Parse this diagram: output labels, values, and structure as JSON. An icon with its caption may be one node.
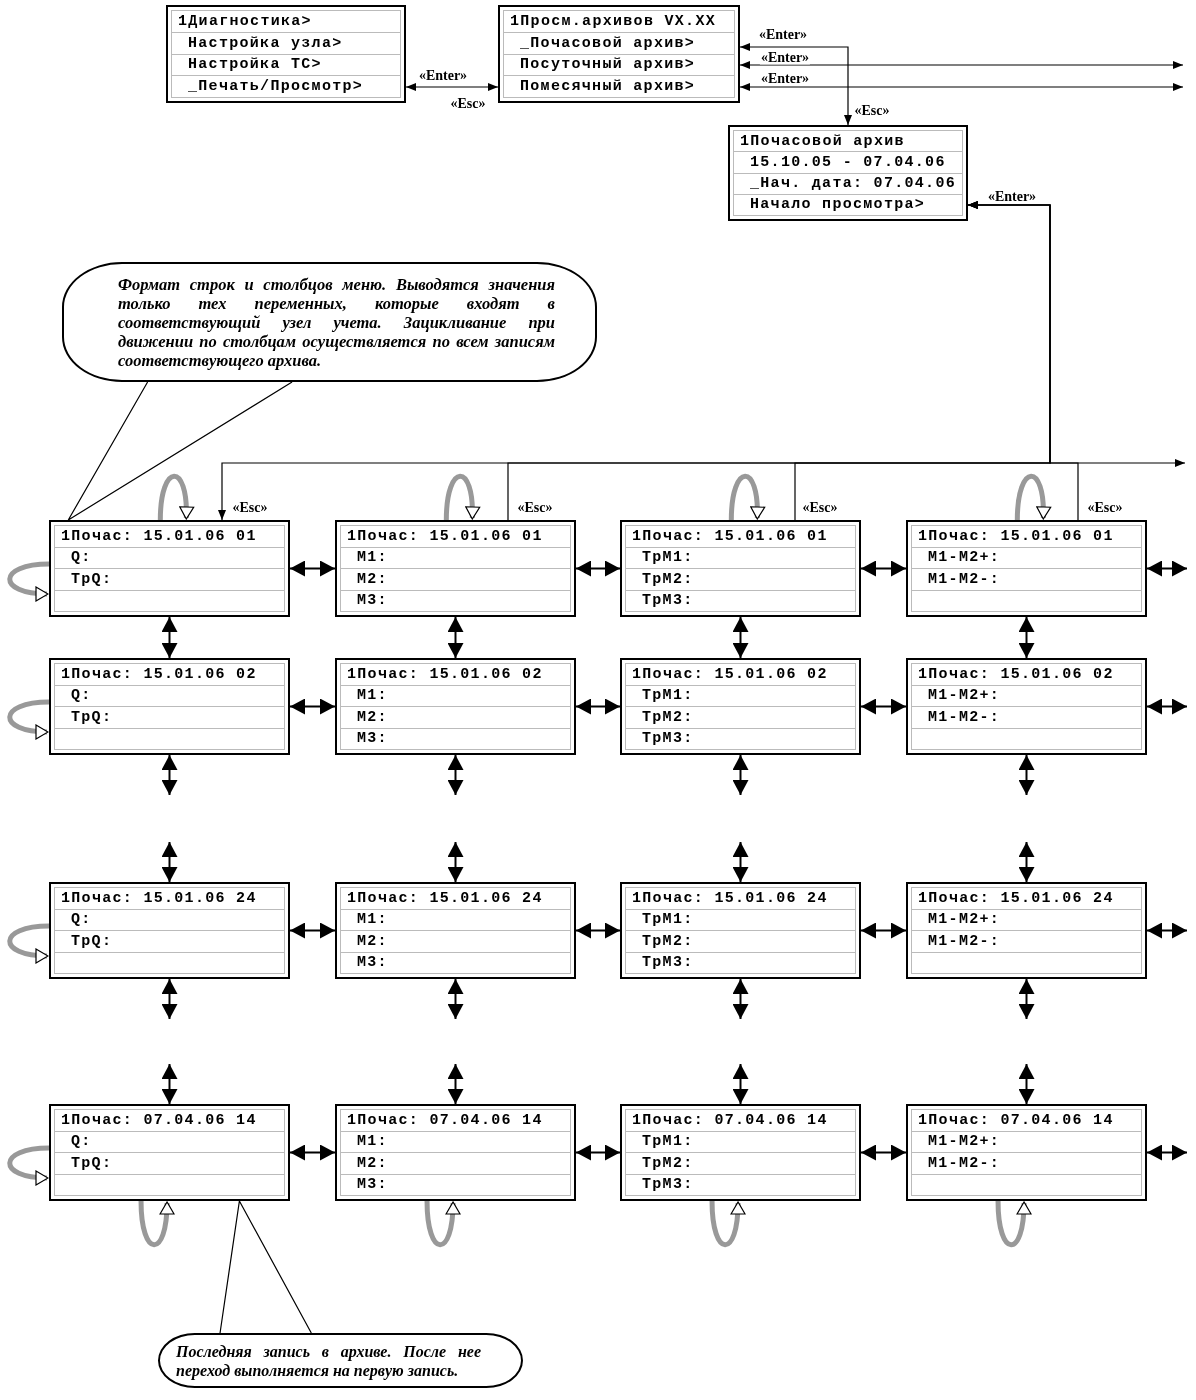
{
  "diagram": {
    "nodes": [
      {
        "text": [
          "1Диагностика>",
          "Настройка узла>",
          "Настройка ТС>",
          "_Печать/Просмотр>"
        ]
      },
      {
        "text": [
          "1Просм.архивов VX.XX",
          "_Почасовой архив>",
          "Посуточный архив>",
          "Помесячный архив>"
        ]
      },
      {
        "text": [
          "1Почасовой архив",
          "15.10.05 - 07.04.06",
          "_Нач. дата: 07.04.06",
          "Начало просмотра>"
        ]
      },
      {
        "text": [
          "Формат строк и столбцов меню. Выводятся значения только тех переменных, которые входят в соответствующий узел учета. Зацикливание при движении по столбцам осуществляется по всем записям соответствующего архива."
        ]
      },
      {
        "text": [
          "1Почас: 15.01.06 01",
          "Q:",
          "ТрQ:"
        ]
      },
      {
        "text": [
          "1Почас: 15.01.06 01",
          "М1:",
          "М2:",
          "М3:"
        ]
      },
      {
        "text": [
          "1Почас: 15.01.06 01",
          "ТрМ1:",
          "ТрМ2:",
          "ТрМ3:"
        ]
      },
      {
        "text": [
          "1Почас: 15.01.06 01",
          "М1-М2+:",
          "М1-М2-:"
        ]
      },
      {
        "text": [
          "1Почас: 15.01.06 02",
          "Q:",
          "ТрQ:"
        ]
      },
      {
        "text": [
          "1Почас: 15.01.06 02",
          "М1:",
          "М2:",
          "М3:"
        ]
      },
      {
        "text": [
          "1Почас: 15.01.06 02",
          "ТрМ1:",
          "ТрМ2:",
          "ТрМ3:"
        ]
      },
      {
        "text": [
          "1Почас: 15.01.06 02",
          "М1-М2+:",
          "М1-М2-:"
        ]
      },
      {
        "text": [
          "1Почас: 15.01.06 24",
          "Q:",
          "ТрQ:"
        ]
      },
      {
        "text": [
          "1Почас: 15.01.06 24",
          "М1:",
          "М2:",
          "М3:"
        ]
      },
      {
        "text": [
          "1Почас: 15.01.06 24",
          "ТрМ1:",
          "ТрМ2:",
          "ТрМ3:"
        ]
      },
      {
        "text": [
          "1Почас: 15.01.06 24",
          "М1-М2+:",
          "М1-М2-:"
        ]
      },
      {
        "text": [
          "1Почас: 07.04.06 14",
          "Q:",
          "ТрQ:"
        ]
      },
      {
        "text": [
          "1Почас: 07.04.06 14",
          "М1:",
          "М2:",
          "М3:"
        ]
      },
      {
        "text": [
          "1Почас: 07.04.06 14",
          "ТрМ1:",
          "ТрМ2:",
          "ТрМ3:"
        ]
      },
      {
        "text": [
          "1Почас: 07.04.06 14",
          "М1-М2+:",
          "М1-М2-:"
        ]
      },
      {
        "text": [
          "Последняя запись в архиве. После нее переход выполняется на первую запись."
        ]
      }
    ],
    "edges": [
      {
        "from": 0,
        "to": 1,
        "arrow": "both",
        "label": "«Enter»"
      },
      {
        "from": 1,
        "to": 2,
        "arrow": "both",
        "label": "«Enter»"
      },
      {
        "from": 1,
        "to": null,
        "arrow": "both",
        "label": "«Enter»"
      },
      {
        "from": 1,
        "to": null,
        "arrow": "both",
        "label": "«Enter»"
      },
      {
        "from": 2,
        "to": 4,
        "arrow": "both",
        "label": "«Enter»"
      },
      {
        "from": 5,
        "to": 2,
        "arrow": "to",
        "label": "«Esc»"
      },
      {
        "from": 6,
        "to": 2,
        "arrow": "to",
        "label": "«Esc»"
      },
      {
        "from": 7,
        "to": 2,
        "arrow": "to",
        "label": "«Esc»"
      },
      {
        "from": 3,
        "to": 4,
        "arrow": "none"
      },
      {
        "from": 20,
        "to": 16,
        "arrow": "none"
      },
      {
        "from": 4,
        "to": 5,
        "arrow": "both"
      },
      {
        "from": 5,
        "to": 6,
        "arrow": "both"
      },
      {
        "from": 6,
        "to": 7,
        "arrow": "both"
      },
      {
        "from": 7,
        "to": null,
        "arrow": "both"
      },
      {
        "from": 8,
        "to": 9,
        "arrow": "both"
      },
      {
        "from": 9,
        "to": 10,
        "arrow": "both"
      },
      {
        "from": 10,
        "to": 11,
        "arrow": "both"
      },
      {
        "from": 11,
        "to": null,
        "arrow": "both"
      },
      {
        "from": 12,
        "to": 13,
        "arrow": "both"
      },
      {
        "from": 13,
        "to": 14,
        "arrow": "both"
      },
      {
        "from": 14,
        "to": 15,
        "arrow": "both"
      },
      {
        "from": 15,
        "to": null,
        "arrow": "both"
      },
      {
        "from": 16,
        "to": 17,
        "arrow": "both"
      },
      {
        "from": 17,
        "to": 18,
        "arrow": "both"
      },
      {
        "from": 18,
        "to": 19,
        "arrow": "both"
      },
      {
        "from": 19,
        "to": null,
        "arrow": "both"
      },
      {
        "from": 4,
        "to": 8,
        "arrow": "both"
      },
      {
        "from": 5,
        "to": 9,
        "arrow": "both"
      },
      {
        "from": 6,
        "to": 10,
        "arrow": "both"
      },
      {
        "from": 7,
        "to": 11,
        "arrow": "both"
      },
      {
        "from": 8,
        "to": null,
        "arrow": "both"
      },
      {
        "from": 9,
        "to": null,
        "arrow": "both"
      },
      {
        "from": 10,
        "to": null,
        "arrow": "both"
      },
      {
        "from": 11,
        "to": null,
        "arrow": "both"
      },
      {
        "from": null,
        "to": 12,
        "arrow": "both"
      },
      {
        "from": null,
        "to": 13,
        "arrow": "both"
      },
      {
        "from": null,
        "to": 14,
        "arrow": "both"
      },
      {
        "from": null,
        "to": 15,
        "arrow": "both"
      },
      {
        "from": 12,
        "to": null,
        "arrow": "both"
      },
      {
        "from": 13,
        "to": null,
        "arrow": "both"
      },
      {
        "from": 14,
        "to": null,
        "arrow": "both"
      },
      {
        "from": 15,
        "to": null,
        "arrow": "both"
      },
      {
        "from": null,
        "to": 16,
        "arrow": "both"
      },
      {
        "from": null,
        "to": 17,
        "arrow": "both"
      },
      {
        "from": null,
        "to": 18,
        "arrow": "both"
      },
      {
        "from": null,
        "to": 19,
        "arrow": "both"
      },
      {
        "from": 4,
        "to": 4,
        "arrow": "to",
        "style": "thick",
        "color": "#999999"
      },
      {
        "from": 5,
        "to": 5,
        "arrow": "to",
        "style": "thick",
        "color": "#999999"
      },
      {
        "from": 6,
        "to": 6,
        "arrow": "to",
        "style": "thick",
        "color": "#999999"
      },
      {
        "from": 7,
        "to": 7,
        "arrow": "to",
        "style": "thick",
        "color": "#999999"
      },
      {
        "from": 4,
        "to": 4,
        "arrow": "to",
        "style": "thick",
        "color": "#999999"
      },
      {
        "from": 8,
        "to": 8,
        "arrow": "to",
        "style": "thick",
        "color": "#999999"
      },
      {
        "from": 12,
        "to": 12,
        "arrow": "to",
        "style": "thick",
        "color": "#999999"
      },
      {
        "from": 16,
        "to": 16,
        "arrow": "to",
        "style": "thick",
        "color": "#999999"
      },
      {
        "from": 16,
        "to": 16,
        "arrow": "to",
        "style": "thick",
        "color": "#999999"
      },
      {
        "from": 17,
        "to": 17,
        "arrow": "to",
        "style": "thick",
        "color": "#999999"
      },
      {
        "from": 18,
        "to": 18,
        "arrow": "to",
        "style": "thick",
        "color": "#999999"
      },
      {
        "from": 19,
        "to": 19,
        "arrow": "to",
        "style": "thick",
        "color": "#999999"
      }
    ],
    "labels": [
      "«Esc»",
      "«Esc»",
      "«Esc»"
    ]
  }
}
